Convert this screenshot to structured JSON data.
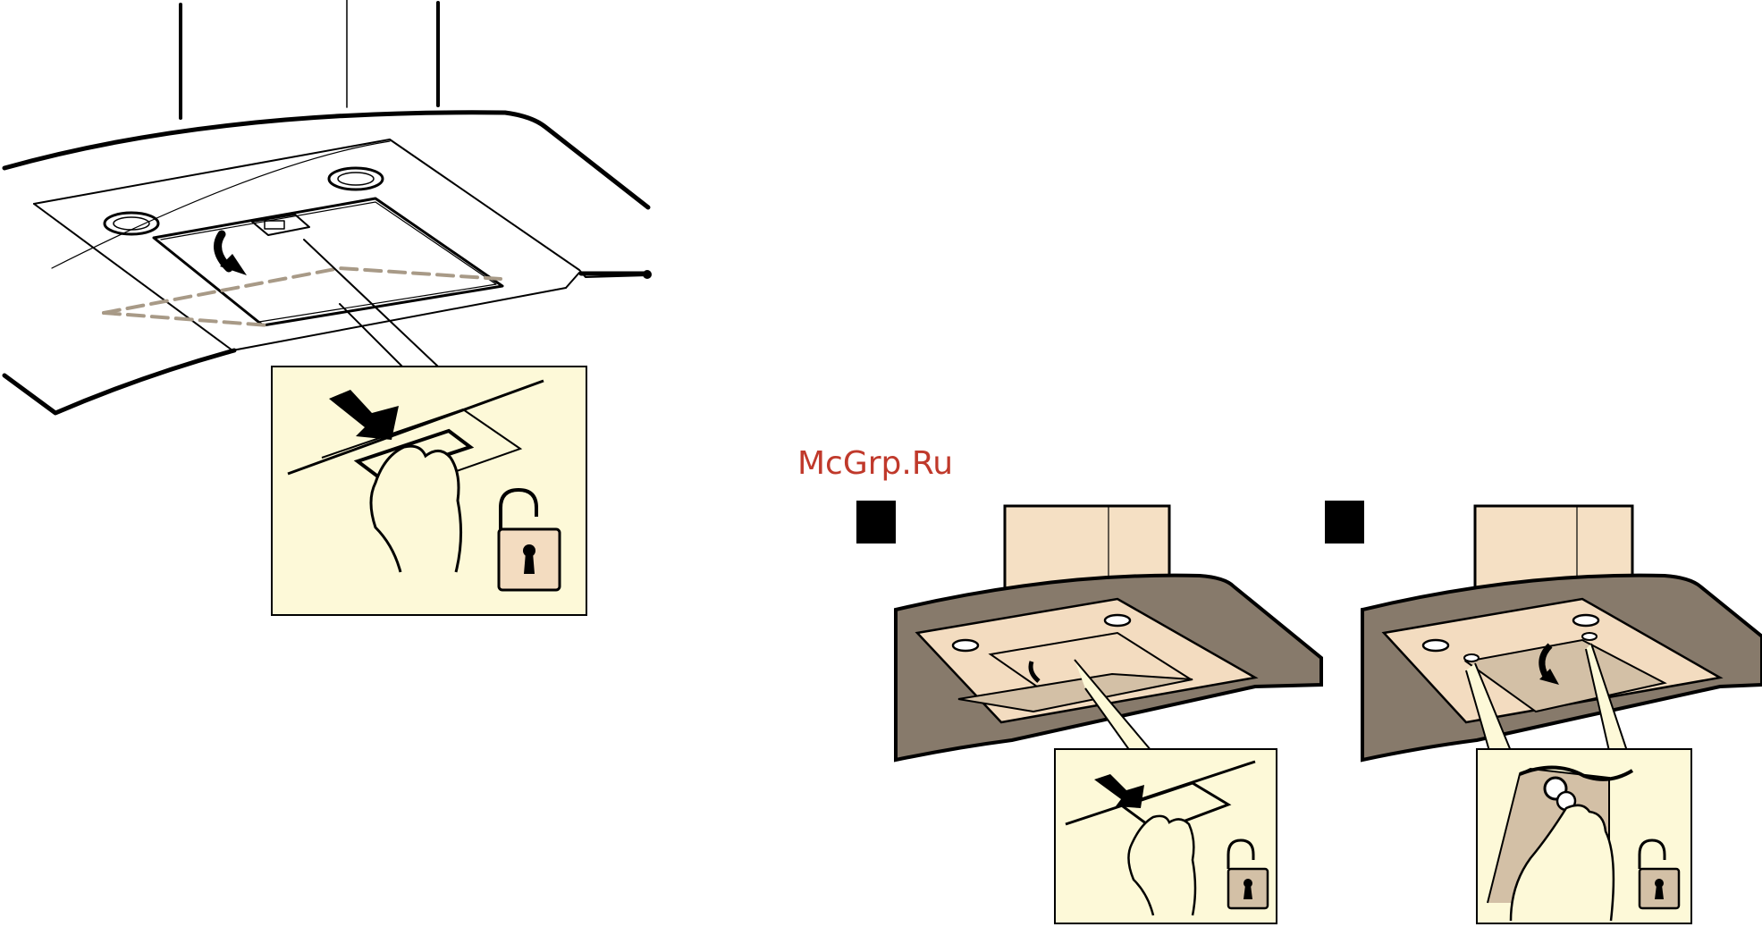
{
  "watermark": {
    "text": "McGrp.Ru",
    "color": "#c0392b"
  },
  "colors": {
    "outline": "#000000",
    "inset_background": "#fdf9d8",
    "wall": "#f5e0c4",
    "hood_side": "#877a6b",
    "hood_underside": "#f3dcc0",
    "filter_panel": "#d3c0a6",
    "dashed_line": "#a89a87",
    "step_marker": "#000000"
  },
  "panels": [
    {
      "id": "main",
      "inset_icon": "unlock-padlock-icon"
    },
    {
      "id": "step-1",
      "inset_icon": "unlock-padlock-icon"
    },
    {
      "id": "step-2",
      "inset_icon": "unlock-padlock-icon"
    }
  ]
}
